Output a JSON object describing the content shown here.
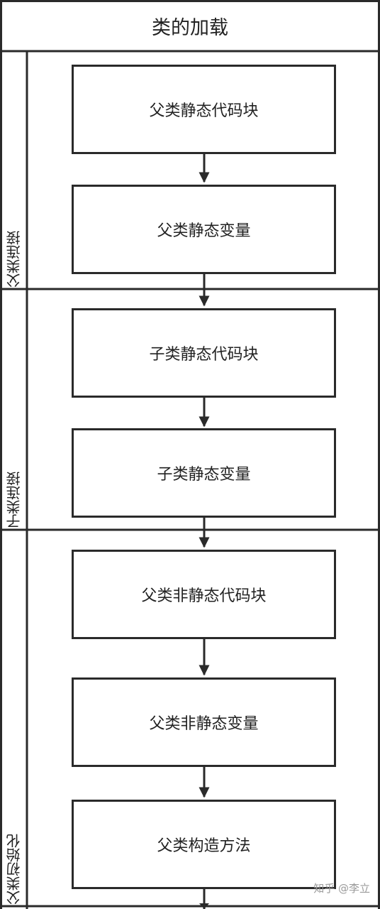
{
  "title": "类的加载",
  "lanes": [
    {
      "label": "父类连接"
    },
    {
      "label": "子类连接"
    },
    {
      "label": "父类初始化"
    }
  ],
  "steps": [
    {
      "label": "父类静态代码块"
    },
    {
      "label": "父类静态变量"
    },
    {
      "label": "子类静态代码块"
    },
    {
      "label": "子类静态变量"
    },
    {
      "label": "父类非静态代码块"
    },
    {
      "label": "父类非静态变量"
    },
    {
      "label": "父类构造方法"
    }
  ],
  "watermark": "知乎 @李立",
  "colors": {
    "line": "#2a2a2a",
    "background": "#ffffff",
    "text": "#222222"
  }
}
